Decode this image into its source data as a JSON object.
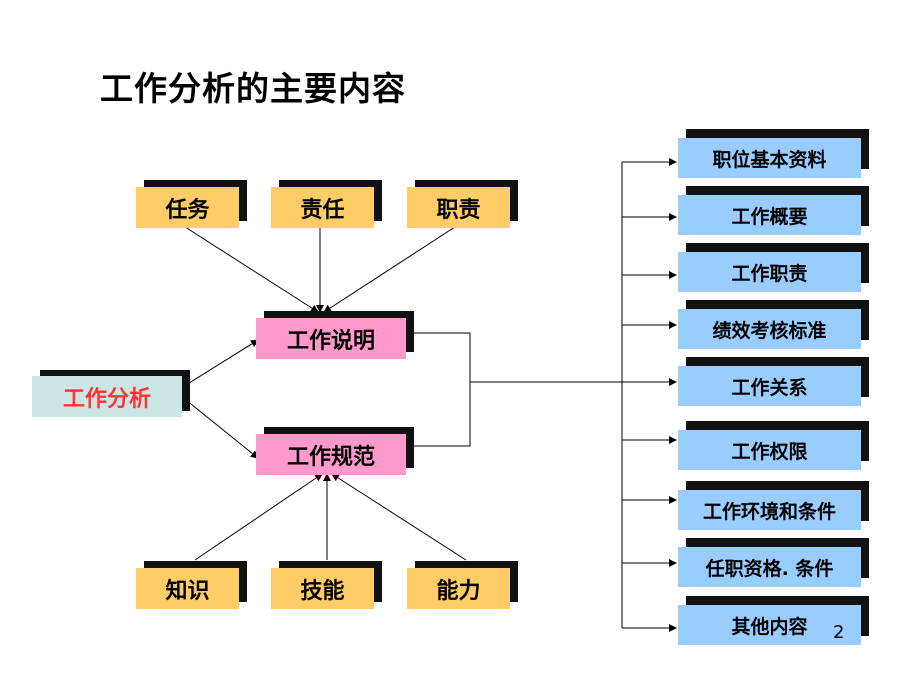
{
  "title": "工作分析的主要内容",
  "page_number": "2",
  "root": "工作分析",
  "middle": {
    "description": "工作说明",
    "specification": "工作规范"
  },
  "top_items": [
    "任务",
    "责任",
    "职责"
  ],
  "bottom_items": [
    "知识",
    "技能",
    "能力"
  ],
  "right_items": [
    "职位基本资料",
    "工作概要",
    "工作职责",
    "绩效考核标准",
    "工作关系",
    "工作权限",
    "工作环境和条件",
    "任职资格. 条件",
    "其他内容"
  ],
  "colors": {
    "gold": "#ffcc66",
    "pink": "#ff99cc",
    "teal": "#cce5e5",
    "blue": "#99ccff",
    "root_text": "#ff3333"
  }
}
